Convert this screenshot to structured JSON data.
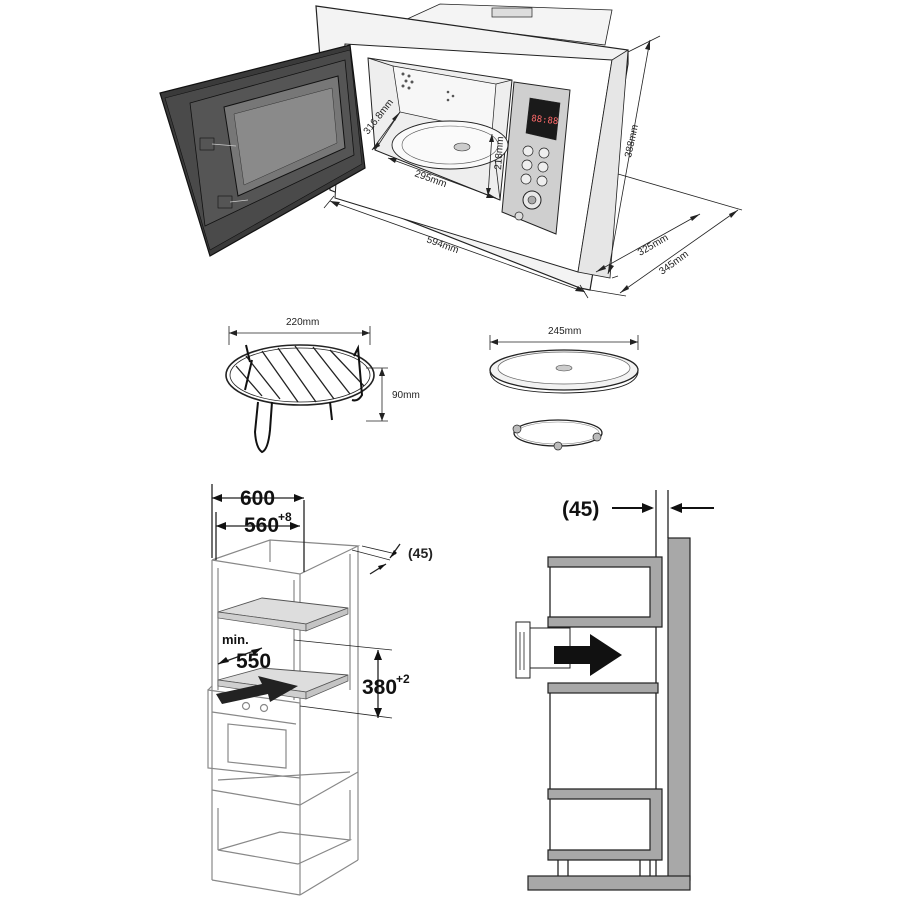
{
  "microwave": {
    "width": "594mm",
    "height": "388mm",
    "depth_outer": "345mm",
    "depth_inner": "325mm",
    "cavity_width": "295mm",
    "cavity_height": "218mm",
    "cavity_depth": "316.8mm",
    "display_text": "88:88"
  },
  "accessories": {
    "rack_diameter": "220mm",
    "rack_height": "90mm",
    "turntable_diameter": "245mm"
  },
  "cabinet": {
    "outer_width": "600",
    "inner_width": "560",
    "inner_width_tol": "+8",
    "depth_label_min": "min.",
    "depth_value": "550",
    "niche_height": "380",
    "niche_height_tol": "+2",
    "back_gap": "(45)"
  },
  "side_view": {
    "back_gap": "(45)"
  },
  "colors": {
    "line": "#222222",
    "shelf_fill": "#dddddd",
    "door_dark": "#3a3a3a",
    "glass": "#777777",
    "cabinet_gray": "#a8a8a8"
  }
}
